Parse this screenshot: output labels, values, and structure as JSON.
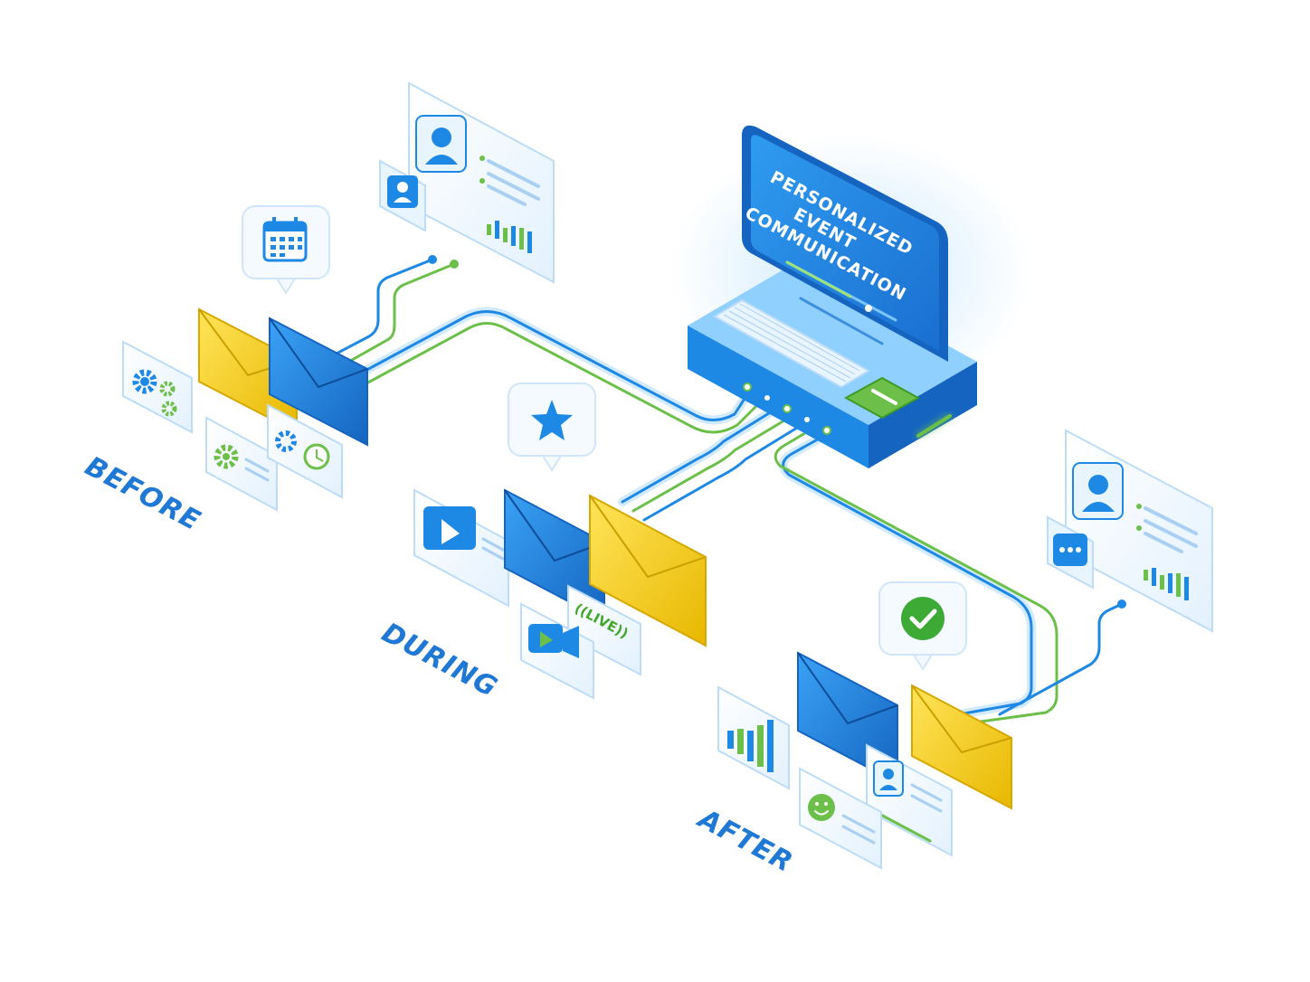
{
  "screen": {
    "line1": "PERSONALIZED",
    "line2": "EVENT",
    "line3": "COMMUNICATION"
  },
  "phases": {
    "before": "BEFORE",
    "during": "DURING",
    "after": "AFTER"
  },
  "badges": {
    "live": "((LIVE))"
  },
  "colors": {
    "primary_blue": "#1e88e5",
    "dark_blue": "#1565c0",
    "envelope_yellow": "#f7d51d",
    "accent_green": "#6cc04a",
    "glow_blue": "#7cc4ff"
  },
  "icons": [
    "calendar-icon",
    "star-icon",
    "check-icon",
    "gear-icon",
    "clock-icon",
    "play-icon",
    "video-camera-icon",
    "profile-icon",
    "chat-dots-icon",
    "bar-chart-icon",
    "smiley-icon",
    "envelope-icon",
    "laptop-icon"
  ]
}
